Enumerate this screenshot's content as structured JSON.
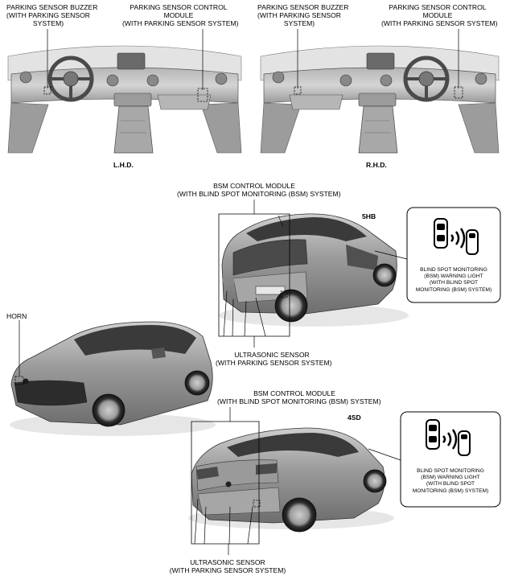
{
  "labels": {
    "lhd_buzzer": [
      "PARKING SENSOR BUZZER",
      "(WITH PARKING SENSOR",
      "SYSTEM)"
    ],
    "lhd_module": [
      "PARKING SENSOR CONTROL",
      "MODULE",
      "(WITH PARKING SENSOR SYSTEM)"
    ],
    "rhd_buzzer": [
      "PARKING SENSOR BUZZER",
      "(WITH PARKING SENSOR",
      "SYSTEM)"
    ],
    "rhd_module": [
      "PARKING SENSOR CONTROL",
      "MODULE",
      "(WITH PARKING SENSOR SYSTEM)"
    ],
    "lhd": "L.H.D.",
    "rhd": "R.H.D.",
    "bsm_top": [
      "BSM CONTROL MODULE",
      "(WITH BLIND SPOT MONITORING (BSM) SYSTEM)"
    ],
    "hb5": "5HB",
    "warn_top": [
      "BLIND SPOT MONITORING",
      "(BSM) WARNING LIGHT",
      "(WITH BLIND SPOT",
      "MONITORING (BSM) SYSTEM)"
    ],
    "horn": "HORN",
    "us_top": [
      "ULTRASONIC SENSOR",
      "(WITH PARKING SENSOR SYSTEM)"
    ],
    "bsm_bottom": [
      "BSM CONTROL MODULE",
      "(WITH BLIND SPOT MONITORING (BSM) SYSTEM)"
    ],
    "sd4": "4SD",
    "warn_bottom": [
      "BLIND SPOT MONITORING",
      "(BSM) WARNING LIGHT",
      "(WITH BLIND SPOT",
      "MONITORING (BSM) SYSTEM)"
    ],
    "us_bottom": [
      "ULTRASONIC SENSOR",
      "(WITH PARKING SENSOR SYSTEM)"
    ]
  },
  "colors": {
    "body": "#8e8e8e",
    "body_dark": "#5a5a5a",
    "glass": "#3a3a3a",
    "line": "#000000"
  }
}
